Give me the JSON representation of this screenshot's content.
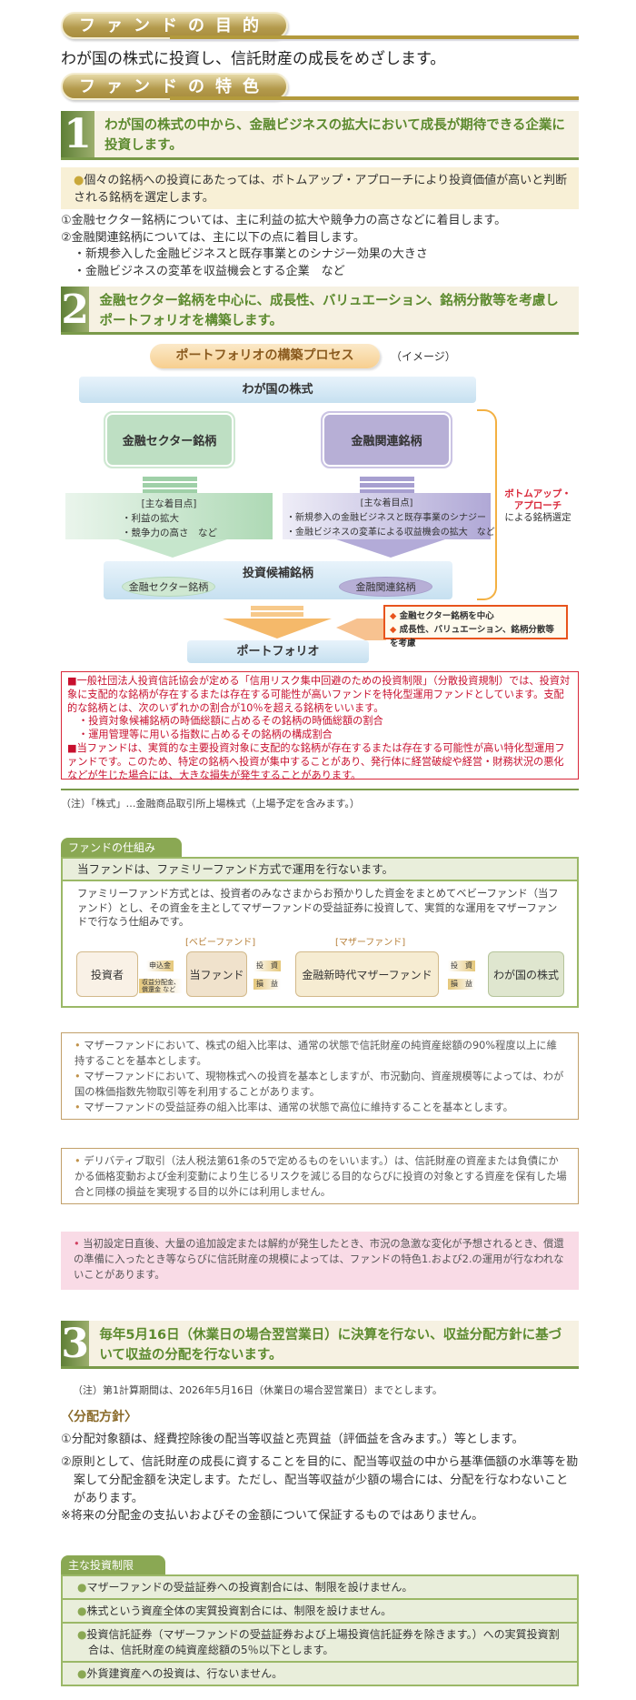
{
  "purpose": {
    "title": "ファンドの目的",
    "text": "わが国の株式に投資し、信託財産の成長をめざします。"
  },
  "features": {
    "title": "ファンドの特色",
    "f1": {
      "num": "1",
      "heading": "わが国の株式の中から、金融ビジネスの拡大において成長が期待できる企業に投資します。",
      "callout": "個々の銘柄への投資にあたっては、ボトムアップ・アプローチにより投資価値が高いと判断される銘柄を選定します。",
      "points": [
        "①金融セクター銘柄については、主に利益の拡大や競争力の高さなどに着目します。",
        "②金融関連銘柄については、主に以下の点に着目します。"
      ],
      "subpoints": [
        "・新規参入した金融ビジネスと既存事業とのシナジー効果の大きさ",
        "・金融ビジネスの変革を収益機会とする企業　など"
      ]
    },
    "f2": {
      "num": "2",
      "heading": "金融セクター銘柄を中心に、成長性、バリュエーション、銘柄分散等を考慮しポートフォリオを構築します。",
      "process_title": "ポートフォリオの構築プロセス",
      "image_note": "（イメージ）",
      "universe": "わが国の株式",
      "left_box": "金融セクター銘柄",
      "right_box": "金融関連銘柄",
      "focus_label": "[主な着目点]",
      "left_focus": [
        "・利益の拡大",
        "・競争力の高さ　など"
      ],
      "right_focus": [
        "・新規参入の金融ビジネスと既存事業のシナジー",
        "・金融ビジネスの変革による収益機会の拡大　など"
      ],
      "bracket_label": [
        "ボトムアップ・",
        "アプローチ",
        "による銘柄選定"
      ],
      "candidates": "投資候補銘柄",
      "cand_left": "金融セクター銘柄",
      "cand_right": "金融関連銘柄",
      "criteria": [
        "金融セクター銘柄を中心",
        "成長性、バリュエーション、銘柄分散等を考慮"
      ],
      "portfolio": "ポートフォリオ"
    },
    "risk": [
      "■一般社団法人投資信託協会が定める「信用リスク集中回避のための投資制限」（分散投資規制）では、投資対象に支配的な銘柄が存在するまたは存在する可能性が高いファンドを特化型運用ファンドとしています。支配的な銘柄とは、次のいずれかの割合が10％を超える銘柄をいいます。",
      "・投資対象候補銘柄の時価総額に占めるその銘柄の時価総額の割合",
      "・運用管理等に用いる指数に占めるその銘柄の構成割合",
      "■当ファンドは、実質的な主要投資対象に支配的な銘柄が存在するまたは存在する可能性が高い特化型運用ファンドです。このため、特定の銘柄へ投資が集中することがあり、発行体に経営破綻や経営・財務状況の悪化などが生じた場合には、大きな損失が発生することがあります。"
    ],
    "stock_note": "（注）「株式」…金融商品取引所上場株式（上場予定を含みます。）"
  },
  "scheme": {
    "tab": "ファンドの仕組み",
    "header": "当ファンドは、ファミリーファンド方式で運用を行ないます。",
    "body": "ファミリーファンド方式とは、投資者のみなさまからお預かりした資金をまとめてベビーファンド（当ファンド）とし、その資金を主としてマザーファンドの受益証券に投資して、実質的な運用をマザーファンドで行なう仕組みです。",
    "baby_label": "[ベビーファンド]",
    "mother_label": "[マザーファンド]",
    "investor": "投資者",
    "fund": "当ファンド",
    "mother": "金融新時代マザーファンド",
    "stocks": "わが国の株式",
    "subscribe": "申込金",
    "payout": "収益分配金、償還金 など",
    "invest": "投　資",
    "pl": "損　益"
  },
  "notes": {
    "a": [
      "マザーファンドにおいて、株式の組入比率は、通常の状態で信託財産の純資産総額の90%程度以上に維持することを基本とします。",
      "マザーファンドにおいて、現物株式への投資を基本としますが、市況動向、資産規模等によっては、わが国の株価指数先物取引等を利用することがあります。",
      "マザーファンドの受益証券の組入比率は、通常の状態で高位に維持することを基本とします。"
    ],
    "b": "デリバティブ取引（法人税法第61条の5で定めるものをいいます。）は、信託財産の資産または負債にかかる価格変動および金利変動により生じるリスクを減じる目的ならびに投資の対象とする資産を保有した場合と同様の損益を実現する目的以外には利用しません。",
    "c": "当初設定日直後、大量の追加設定または解約が発生したとき、市況の急激な変化が予想されるとき、償還の準備に入ったとき等ならびに信託財産の規模によっては、ファンドの特色1.および2.の運用が行なわれないことがあります。"
  },
  "f3": {
    "num": "3",
    "heading": "毎年5月16日（休業日の場合翌営業日）に決算を行ない、収益分配方針に基づいて収益の分配を行ないます。",
    "note": "（注）第1計算期間は、2026年5月16日（休業日の場合翌営業日）までとします。",
    "policy_title": "〈分配方針〉",
    "policy": [
      "①分配対象額は、経費控除後の配当等収益と売買益（評価益を含みます。）等とします。",
      "②原則として、信託財産の成長に資することを目的に、配当等収益の中から基準価額の水準等を勘案して分配金額を決定します。ただし、配当等収益が少額の場合には、分配を行なわないことがあります。"
    ],
    "disclaimer": "※将来の分配金の支払いおよびその金額について保証するものではありません。"
  },
  "restrictions": {
    "tab": "主な投資制限",
    "items": [
      "マザーファンドの受益証券への投資割合には、制限を設けません。",
      "株式という資産全体の実質投資割合には、制限を設けません。",
      "投資信託証券（マザーファンドの受益証券および上場投資信託証券を除きます。）への実質投資割合は、信託財産の純資産総額の5％以下とします。",
      "外貨建資産への投資は、行ないません。"
    ]
  }
}
